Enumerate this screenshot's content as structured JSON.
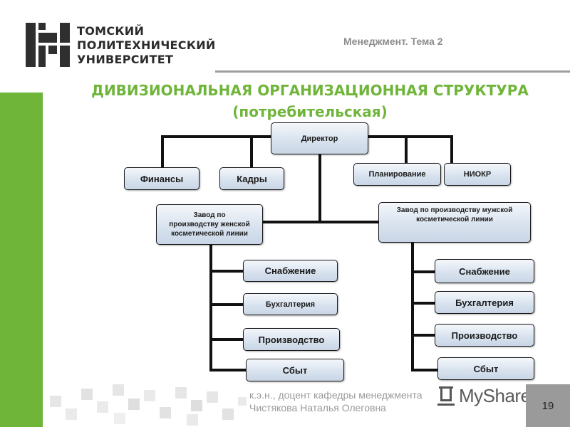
{
  "logo": {
    "line1": "ТОМСКИЙ",
    "line2": "ПОЛИТЕХНИЧЕСКИЙ",
    "line3": "УНИВЕРСИТЕТ"
  },
  "header": {
    "topic": "Менеджмент. Тема 2"
  },
  "title": {
    "line1": "ДИВИЗИОНАЛЬНАЯ ОРГАНИЗАЦИОННАЯ СТРУКТУРА",
    "line2": "(потребительская)"
  },
  "org": {
    "director": "Директор",
    "finance": "Финансы",
    "hr": "Кадры",
    "planning": "Планирование",
    "niokr": "НИОКР",
    "plant_women": {
      "line1": "Завод по",
      "line2": "производству женской",
      "line3": "косметической линии"
    },
    "plant_men": {
      "line1": "Завод по производству мужской",
      "line2": "косметической линии"
    },
    "left_depts": [
      "Снабжение",
      "Бухгалтерия",
      "Производство",
      "Сбыт"
    ],
    "right_depts": [
      "Снабжение",
      "Бухгалтерия",
      "Производство",
      "Сбыт"
    ]
  },
  "footer": {
    "author_line1": "к.э.н., доцент кафедры менеджмента",
    "author_line2": "Чистякова Наталья Олеговна",
    "watermark": "MyShared",
    "page": "19"
  },
  "colors": {
    "accent_green": "#6fb53a",
    "box_fill": "#d9e3ef",
    "gray": "#9a9a9a"
  }
}
